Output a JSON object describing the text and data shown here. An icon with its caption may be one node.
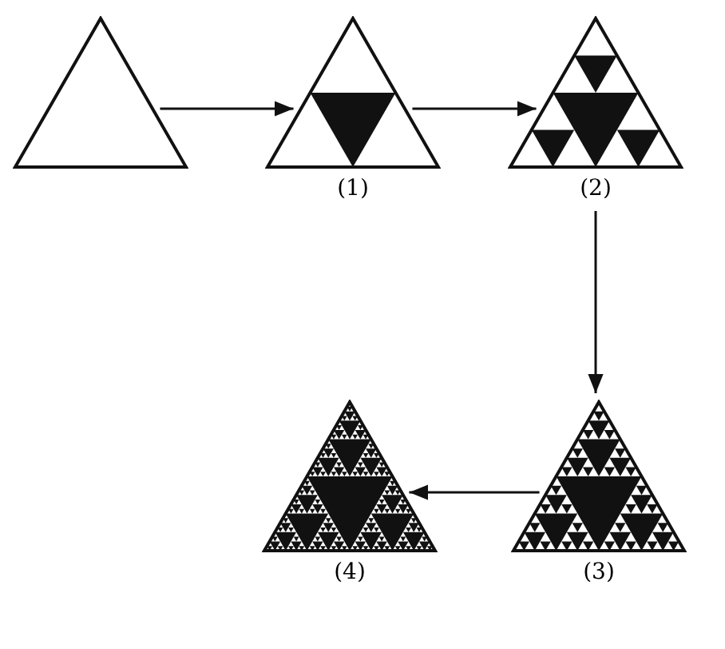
{
  "diagram": {
    "nodes": [
      {
        "text": [],
        "shape": "triangle"
      },
      {
        "text": [],
        "shape": "picture",
        "beside": [
          "(1)"
        ]
      },
      {
        "text": [],
        "shape": "picture",
        "beside": [
          "(2)"
        ]
      },
      {
        "text": [],
        "shape": "picture",
        "beside": [
          "(3)"
        ]
      },
      {
        "text": [],
        "shape": "picture",
        "beside": [
          "(4)"
        ]
      }
    ],
    "edges": [
      {
        "from": 0,
        "to": 1,
        "arrow": "to"
      },
      {
        "from": 1,
        "to": 2,
        "arrow": "to"
      },
      {
        "from": 2,
        "to": 3,
        "arrow": "to"
      },
      {
        "from": 3,
        "to": 4,
        "arrow": "to"
      }
    ]
  }
}
